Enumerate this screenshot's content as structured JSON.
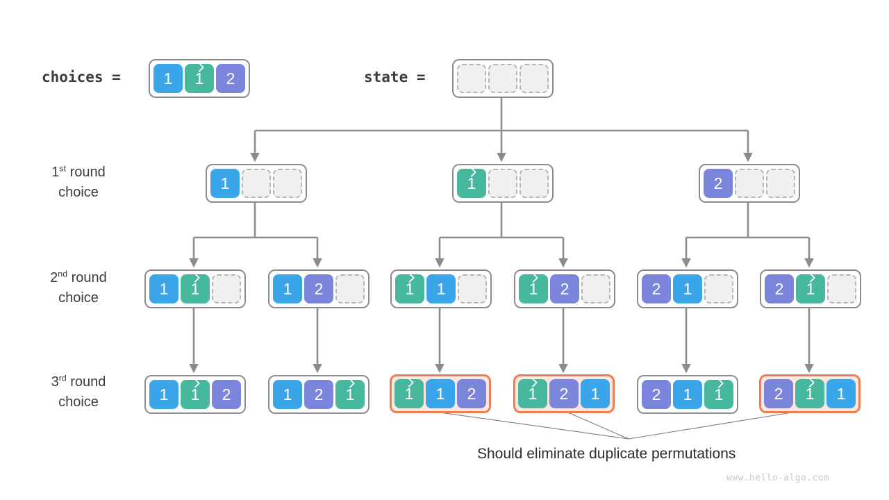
{
  "meta": {
    "watermark": "www.hello-algo.com",
    "caption": "Should eliminate duplicate permutations"
  },
  "colors": {
    "blue": "#3aa5e8",
    "green": "#47b79d",
    "purple": "#7b85dc",
    "empty_fill": "#f0f0f0",
    "empty_border": "#b5b5b5",
    "box_border": "#8c8c8c",
    "highlight_border": "#ec7f51",
    "highlight_fill": "#fbe6e0",
    "wire": "#8c8c8c",
    "leader": "#7a7a7a",
    "text": "#3c3c3c"
  },
  "header": {
    "choices_label": "choices =",
    "choices_cells": [
      {
        "value": "1",
        "color": "blue",
        "hat": false
      },
      {
        "value": "1",
        "color": "green",
        "hat": true
      },
      {
        "value": "2",
        "color": "purple",
        "hat": false
      }
    ],
    "state_label": "state =",
    "state_cells": [
      {
        "value": "",
        "color": "empty",
        "hat": false
      },
      {
        "value": "",
        "color": "empty",
        "hat": false
      },
      {
        "value": "",
        "color": "empty",
        "hat": false
      }
    ]
  },
  "rows": [
    {
      "label_ordinal": "1",
      "label_suffix": "st",
      "label_rest": " round",
      "label_line2": "choice",
      "nodes": [
        {
          "highlight": false,
          "cells": [
            {
              "value": "1",
              "color": "blue",
              "hat": false
            },
            {
              "value": "",
              "color": "empty",
              "hat": false
            },
            {
              "value": "",
              "color": "empty",
              "hat": false
            }
          ]
        },
        {
          "highlight": false,
          "cells": [
            {
              "value": "1",
              "color": "green",
              "hat": true
            },
            {
              "value": "",
              "color": "empty",
              "hat": false
            },
            {
              "value": "",
              "color": "empty",
              "hat": false
            }
          ]
        },
        {
          "highlight": false,
          "cells": [
            {
              "value": "2",
              "color": "purple",
              "hat": false
            },
            {
              "value": "",
              "color": "empty",
              "hat": false
            },
            {
              "value": "",
              "color": "empty",
              "hat": false
            }
          ]
        }
      ]
    },
    {
      "label_ordinal": "2",
      "label_suffix": "nd",
      "label_rest": " round",
      "label_line2": "choice",
      "nodes": [
        {
          "highlight": false,
          "cells": [
            {
              "value": "1",
              "color": "blue",
              "hat": false
            },
            {
              "value": "1",
              "color": "green",
              "hat": true
            },
            {
              "value": "",
              "color": "empty",
              "hat": false
            }
          ]
        },
        {
          "highlight": false,
          "cells": [
            {
              "value": "1",
              "color": "blue",
              "hat": false
            },
            {
              "value": "2",
              "color": "purple",
              "hat": false
            },
            {
              "value": "",
              "color": "empty",
              "hat": false
            }
          ]
        },
        {
          "highlight": false,
          "cells": [
            {
              "value": "1",
              "color": "green",
              "hat": true
            },
            {
              "value": "1",
              "color": "blue",
              "hat": false
            },
            {
              "value": "",
              "color": "empty",
              "hat": false
            }
          ]
        },
        {
          "highlight": false,
          "cells": [
            {
              "value": "1",
              "color": "green",
              "hat": true
            },
            {
              "value": "2",
              "color": "purple",
              "hat": false
            },
            {
              "value": "",
              "color": "empty",
              "hat": false
            }
          ]
        },
        {
          "highlight": false,
          "cells": [
            {
              "value": "2",
              "color": "purple",
              "hat": false
            },
            {
              "value": "1",
              "color": "blue",
              "hat": false
            },
            {
              "value": "",
              "color": "empty",
              "hat": false
            }
          ]
        },
        {
          "highlight": false,
          "cells": [
            {
              "value": "2",
              "color": "purple",
              "hat": false
            },
            {
              "value": "1",
              "color": "green",
              "hat": true
            },
            {
              "value": "",
              "color": "empty",
              "hat": false
            }
          ]
        }
      ]
    },
    {
      "label_ordinal": "3",
      "label_suffix": "rd",
      "label_rest": " round",
      "label_line2": "choice",
      "nodes": [
        {
          "highlight": false,
          "cells": [
            {
              "value": "1",
              "color": "blue",
              "hat": false
            },
            {
              "value": "1",
              "color": "green",
              "hat": true
            },
            {
              "value": "2",
              "color": "purple",
              "hat": false
            }
          ]
        },
        {
          "highlight": false,
          "cells": [
            {
              "value": "1",
              "color": "blue",
              "hat": false
            },
            {
              "value": "2",
              "color": "purple",
              "hat": false
            },
            {
              "value": "1",
              "color": "green",
              "hat": true
            }
          ]
        },
        {
          "highlight": true,
          "cells": [
            {
              "value": "1",
              "color": "green",
              "hat": true
            },
            {
              "value": "1",
              "color": "blue",
              "hat": false
            },
            {
              "value": "2",
              "color": "purple",
              "hat": false
            }
          ]
        },
        {
          "highlight": true,
          "cells": [
            {
              "value": "1",
              "color": "green",
              "hat": true
            },
            {
              "value": "2",
              "color": "purple",
              "hat": false
            },
            {
              "value": "1",
              "color": "blue",
              "hat": false
            }
          ]
        },
        {
          "highlight": false,
          "cells": [
            {
              "value": "2",
              "color": "purple",
              "hat": false
            },
            {
              "value": "1",
              "color": "blue",
              "hat": false
            },
            {
              "value": "1",
              "color": "green",
              "hat": true
            }
          ]
        },
        {
          "highlight": true,
          "cells": [
            {
              "value": "2",
              "color": "purple",
              "hat": false
            },
            {
              "value": "1",
              "color": "green",
              "hat": true
            },
            {
              "value": "1",
              "color": "blue",
              "hat": false
            }
          ]
        }
      ]
    }
  ]
}
